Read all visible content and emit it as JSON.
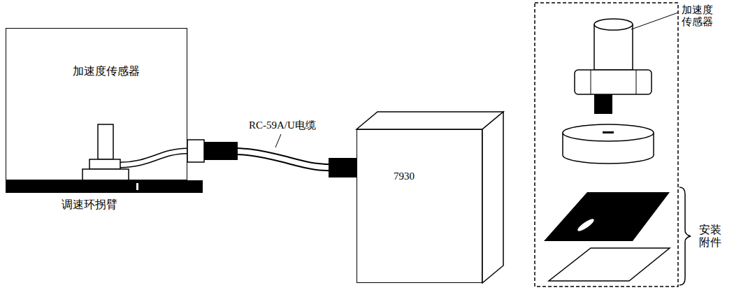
{
  "diagram": {
    "nodes": [
      {
        "text": [
          "加速度传感器"
        ]
      },
      {
        "text": [
          "7930"
        ]
      }
    ],
    "edges": [
      {
        "from": 0,
        "to": 1,
        "arrow": "none",
        "label": "RC-59A/U电缆"
      }
    ],
    "labels": [
      "调速环拐臂",
      "加速度传感器",
      "安装附件"
    ]
  }
}
